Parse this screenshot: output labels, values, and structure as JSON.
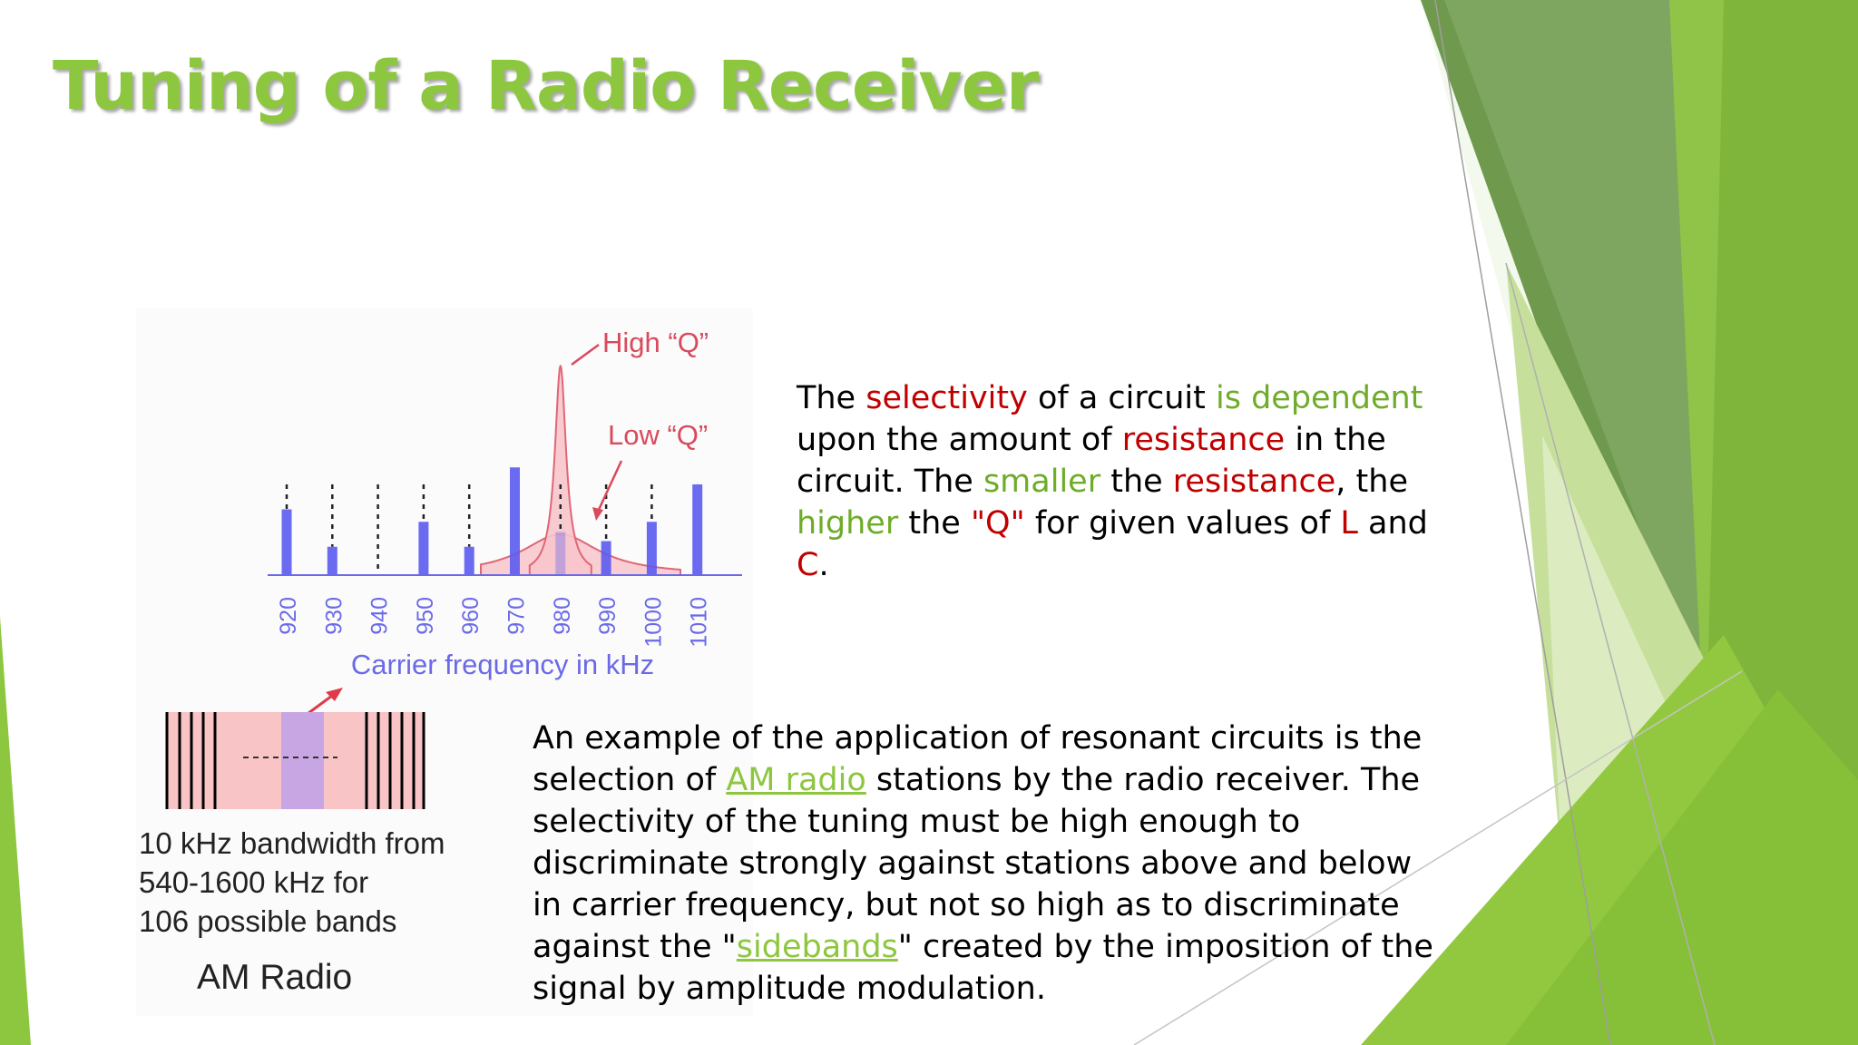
{
  "title": "Tuning of a Radio Receiver",
  "paragraph1": {
    "s1": "The ",
    "s2": "selectivity",
    "s3": " of a circuit ",
    "s4": "is dependent",
    "s5": " upon the amount of ",
    "s6": "resistance",
    "s7": " in the circuit. The ",
    "s8": "smaller",
    "s9": " the ",
    "s10": "resistance",
    "s11": ", the ",
    "s12": "higher",
    "s13": " the ",
    "s14": "\"Q\"",
    "s15": " for given values of ",
    "s16": "L",
    "s17": " and ",
    "s18": "C",
    "s19": "."
  },
  "paragraph2": {
    "s1": "An example of the application of resonant circuits is the selection of ",
    "link1": "AM radio",
    "s2": " stations by the radio receiver. The selectivity of the tuning must be high enough to discriminate strongly against stations above and below in carrier frequency, but not so high as to discriminate against the \"",
    "link2": "sidebands",
    "s3": "\" created by the imposition of the signal by amplitude modulation."
  },
  "figure": {
    "high_q_label": "High “Q”",
    "low_q_label": "Low “Q”",
    "xlabel": "Carrier frequency in kHz",
    "caption_lines": [
      "10 kHz bandwidth from",
      "540-1600 kHz for",
      "106 possible bands"
    ],
    "caption_title": "AM Radio"
  },
  "chart_data": {
    "type": "bar",
    "categories": [
      "920",
      "930",
      "940",
      "950",
      "960",
      "970",
      "980",
      "990",
      "1000",
      "1010"
    ],
    "values": [
      0.58,
      0.25,
      0,
      0.47,
      0.25,
      0.95,
      0.38,
      0.3,
      0.47,
      0.8
    ],
    "xlabel": "Carrier frequency in kHz",
    "curves": [
      {
        "name": "High “Q”",
        "center": 980,
        "peak": 1.85
      },
      {
        "name": "Low “Q”",
        "center": 980,
        "peak": 0.36
      }
    ],
    "colors": {
      "bars": "#5b5bef",
      "curve_fill": "#f7c5cb",
      "curve_stroke": "#e06676",
      "label": "#d94a5c",
      "xlabel": "#6a6ae8"
    }
  },
  "colors": {
    "title": "#8dc63f",
    "highlight_red": "#c00000",
    "highlight_green": "#6fac2a",
    "link": "#8dc63f"
  }
}
